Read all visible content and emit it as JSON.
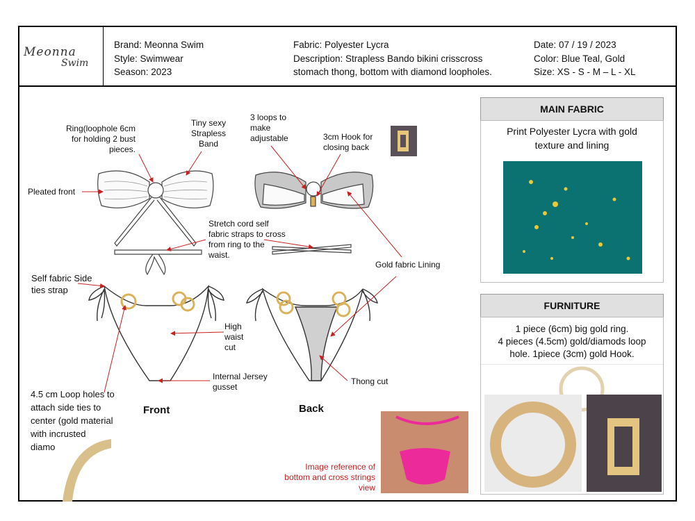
{
  "logo": {
    "line1": "Meonna",
    "line2": "Swim"
  },
  "header": {
    "brand": "Brand: Meonna Swim",
    "style": "Style:  Swimwear",
    "season": "Season:  2023",
    "fabric": "Fabric:  Polyester Lycra",
    "description1": "Description: Strapless Bando bikini crisscross",
    "description2": "stomach thong, bottom with diamond loopholes.",
    "date": "Date:  07 / 19 / 2023",
    "color": "Color: Blue Teal, Gold",
    "size": "Size:  XS - S - M – L - XL"
  },
  "annotations": {
    "ring1": "Ring(loophole  6cm",
    "ring2": "for holding 2 bust",
    "ring3": "pieces.",
    "band1": "Tiny sexy",
    "band2": "Strapless",
    "band3": "Band",
    "pleated": "Pleated front",
    "loops1": "3 loops to",
    "loops2": "make",
    "loops3": "adjustable",
    "hook1": "3cm Hook for",
    "hook2": "closing back",
    "stretch1": "Stretch cord self",
    "stretch2": "fabric straps to cross",
    "stretch3": "from ring to the",
    "stretch4": "waist.",
    "lining": "Gold fabric Lining",
    "ties1": "Self fabric Side",
    "ties2": "ties strap",
    "waist1": "High",
    "waist2": "waist",
    "waist3": "cut",
    "gusset1": "Internal Jersey",
    "gusset2": "gusset",
    "thong": "Thong cut",
    "loopholes1": "4.5 cm Loop holes to",
    "loopholes2": "attach side ties to",
    "loopholes3": "center (gold material",
    "loopholes4": "with incrusted",
    "loopholes5": "diamo",
    "front": "Front",
    "back": "Back",
    "ref1": "Image reference of",
    "ref2": "bottom and cross strings",
    "ref3": "view"
  },
  "main_fabric": {
    "title": "MAIN FABRIC",
    "line1": "Print Polyester Lycra with gold",
    "line2": "texture and lining"
  },
  "furniture": {
    "title": "FURNITURE",
    "line1": "1 piece (6cm) big gold ring.",
    "line2": "4 pieces (4.5cm) gold/diamods loop",
    "line3": "hole. 1piece (3cm) gold Hook."
  },
  "colors": {
    "accent_red": "#c9201f",
    "teal": "#0d7a78",
    "gold": "#d9b25a"
  }
}
